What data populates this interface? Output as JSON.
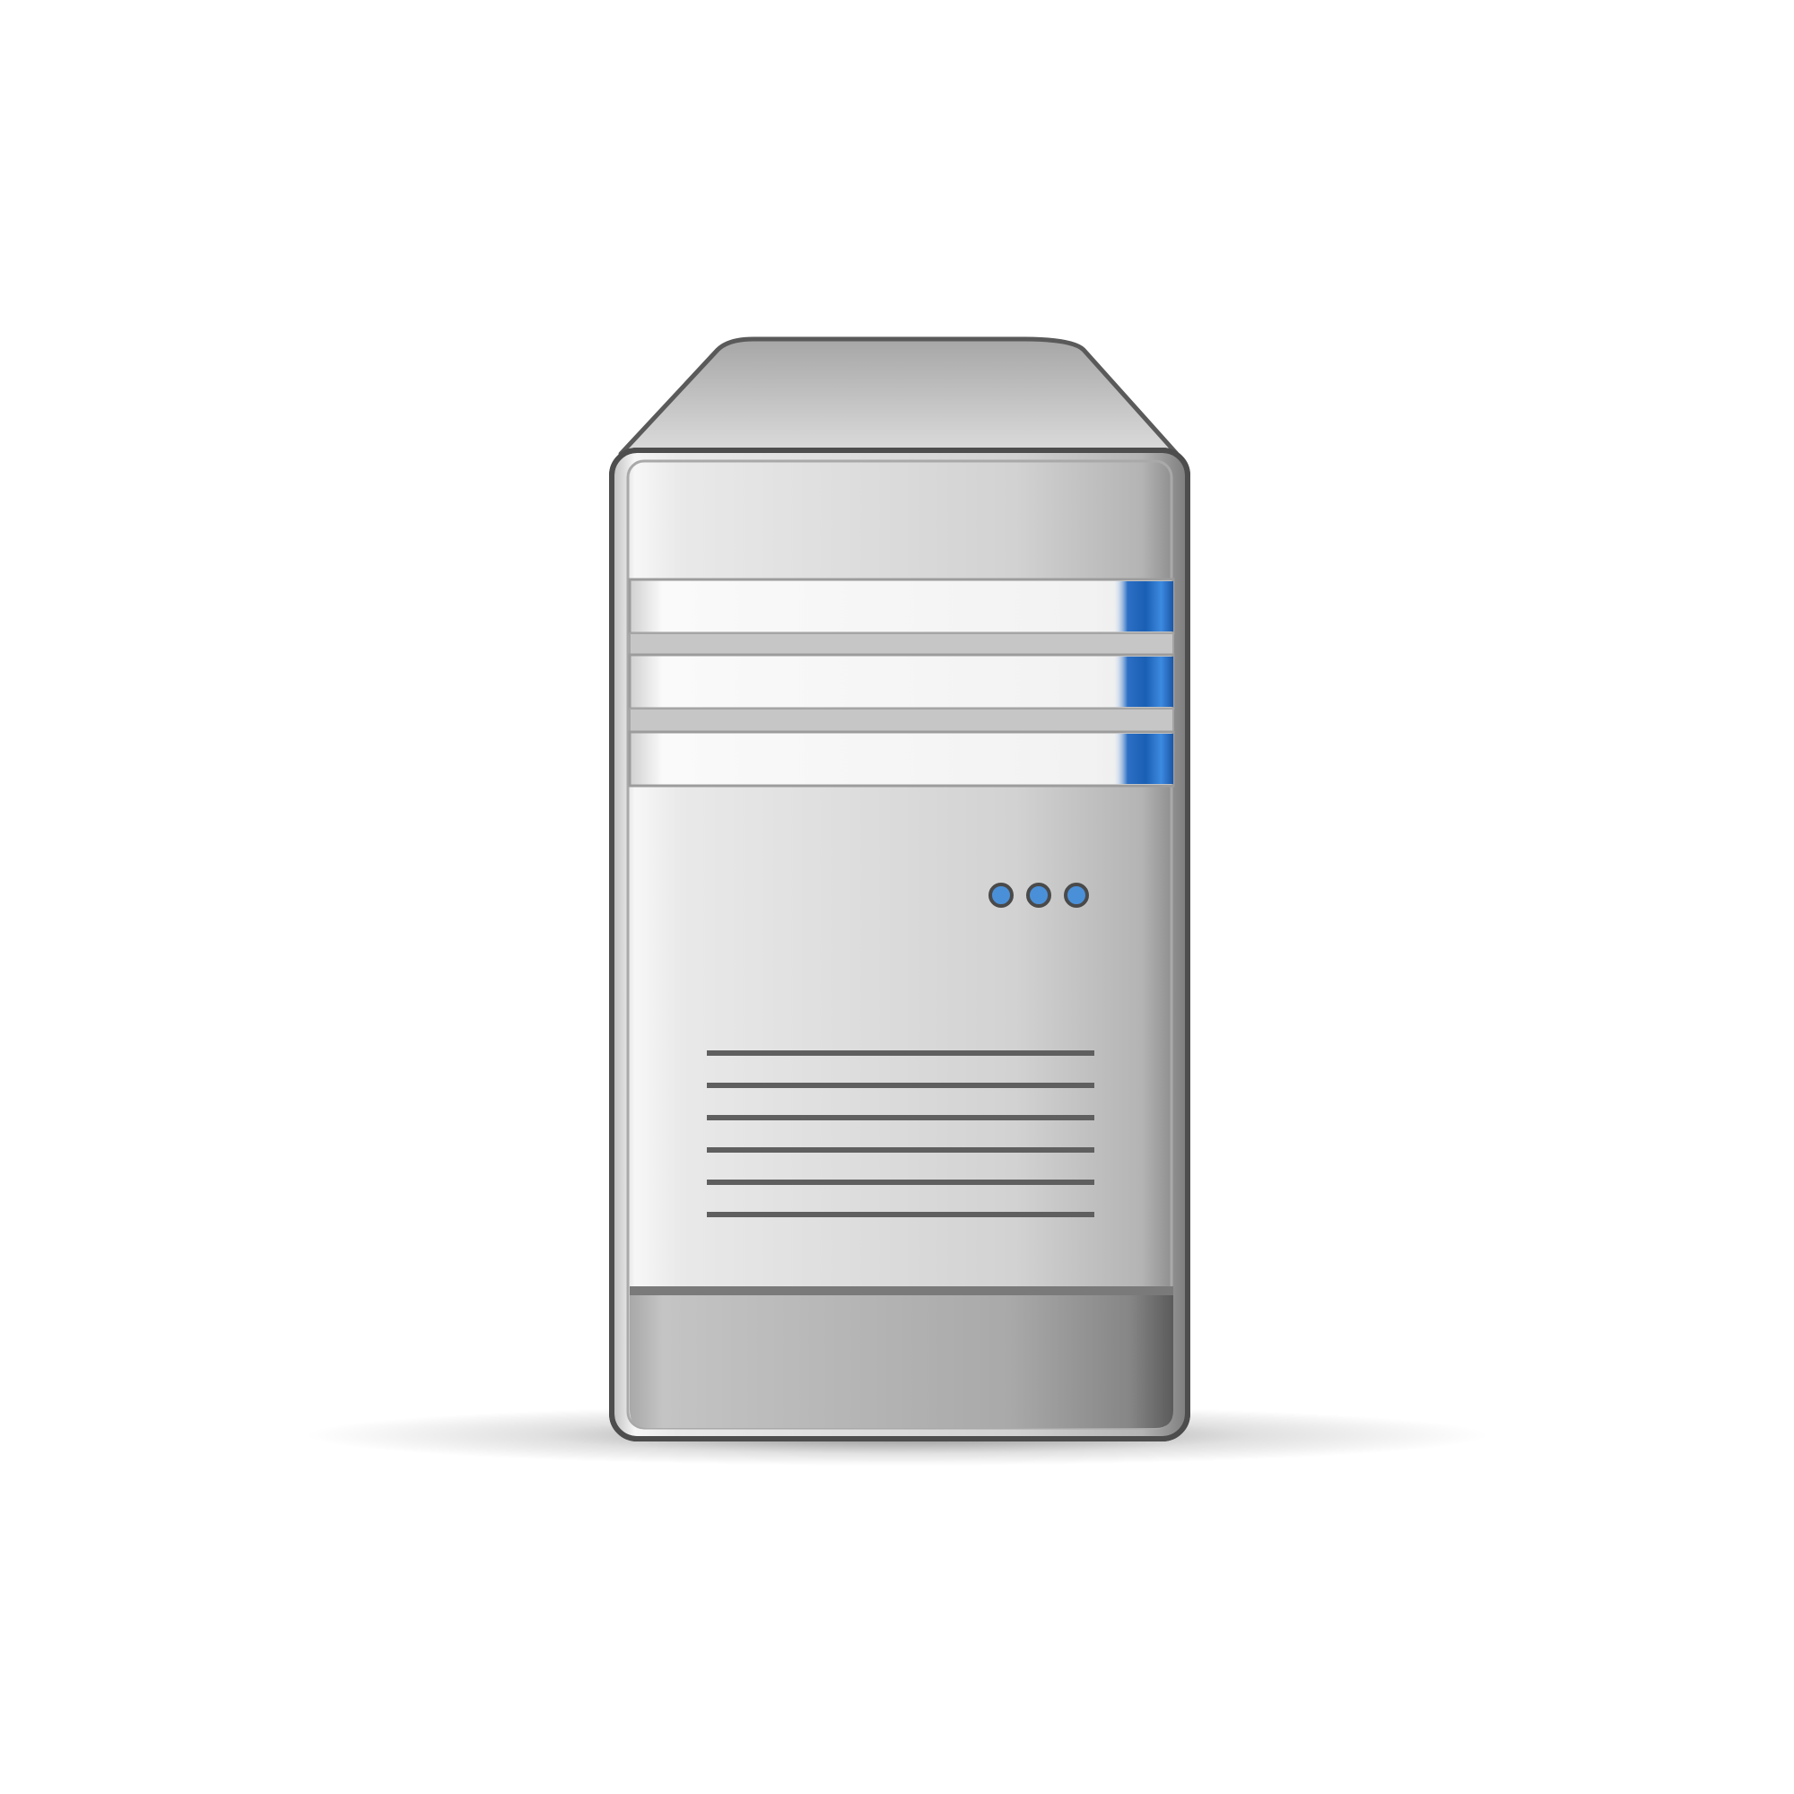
{
  "icon": {
    "name": "server-tower-icon",
    "drive_bay_count": 3,
    "status_light_count": 3,
    "vent_line_count": 6
  },
  "colors": {
    "background": "#ffffff",
    "outline": "#5a5a5a",
    "body_light": "#f2f2f2",
    "body_mid": "#d4d4d4",
    "body_dark": "#8a8a8a",
    "accent_blue": "#1a5fb4",
    "light_blue": "#4a90d9",
    "vent": "#5f5f5f"
  }
}
